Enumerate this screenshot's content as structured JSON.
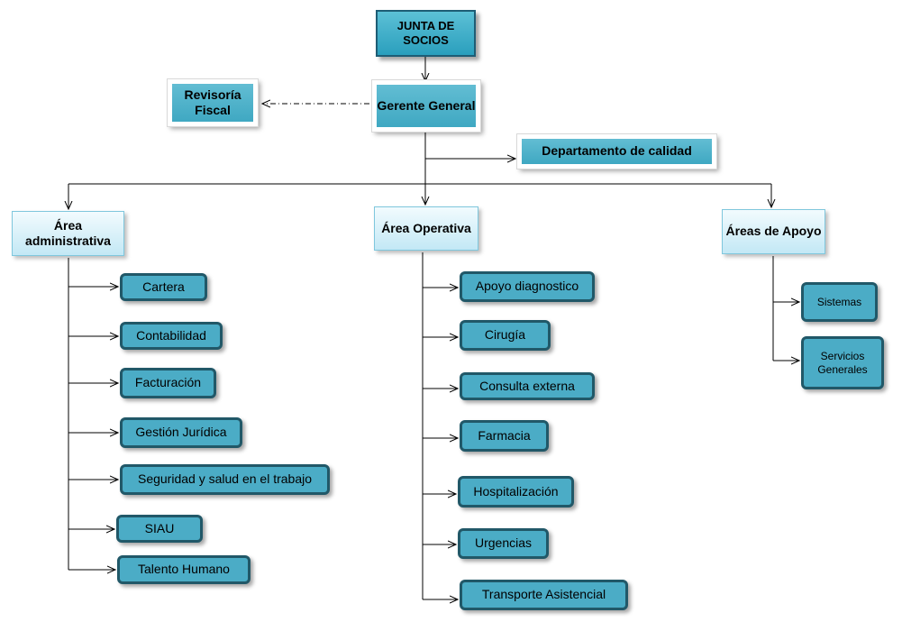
{
  "org_chart": {
    "board": "JUNTA DE SOCIOS",
    "general_manager": "Gerente General",
    "fiscal_review": "Revisoría Fiscal",
    "quality_dept": "Departamento de calidad",
    "areas": {
      "administrative": {
        "title": "Área administrativa",
        "items": [
          "Cartera",
          "Contabilidad",
          "Facturación",
          "Gestión Jurídica",
          "Seguridad y salud en el trabajo",
          "SIAU",
          "Talento Humano"
        ]
      },
      "operative": {
        "title": "Área Operativa",
        "items": [
          "Apoyo diagnostico",
          "Cirugía",
          "Consulta externa",
          "Farmacia",
          "Hospitalización",
          "Urgencias",
          "Transporte Asistencial"
        ]
      },
      "support": {
        "title": "Áreas de Apoyo",
        "items": [
          "Sistemas",
          "Servicios Generales"
        ]
      }
    }
  }
}
